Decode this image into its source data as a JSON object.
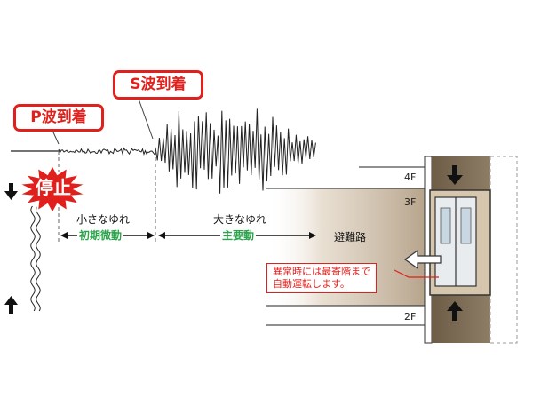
{
  "callouts": {
    "p_wave": "P波到着",
    "s_wave": "S波到着"
  },
  "stop_badge": "停止",
  "phases": {
    "small_shaking": "小さなゆれ",
    "initial_tremor": "初期微動",
    "large_shaking": "大きなゆれ",
    "principal_motion": "主要動"
  },
  "evacuation_route": "避難路",
  "floors": [
    "4F",
    "3F",
    "2F"
  ],
  "note_lines": [
    "異常時には最寄階まで",
    "自動運転します。"
  ],
  "colors": {
    "accent_red": "#e0201c",
    "label_green": "#2aa34a",
    "shaft_brown": "#7b6b55",
    "floor_tan": "#c8b8a2"
  },
  "icons": [
    "arrow-down-icon",
    "arrow-up-icon",
    "explosion-icon",
    "elevator-icon",
    "exit-arrow-icon"
  ]
}
